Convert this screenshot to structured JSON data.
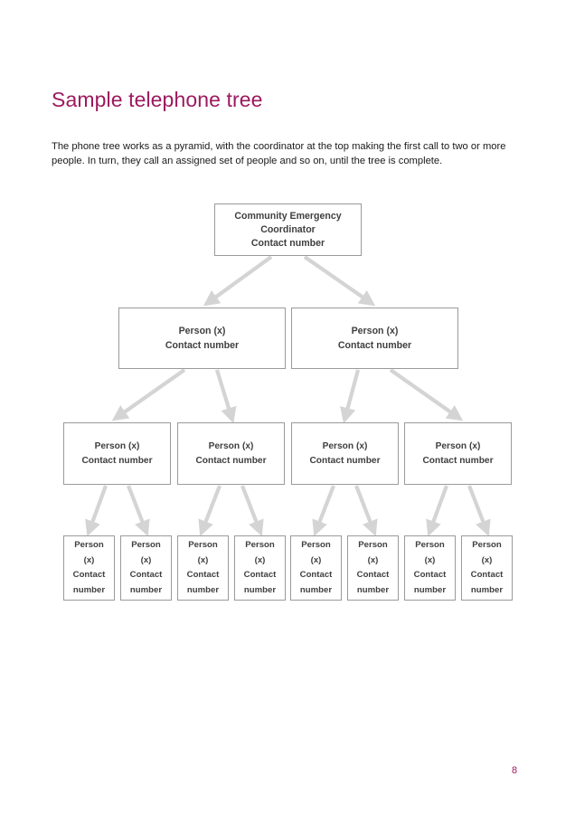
{
  "document": {
    "title": "Sample telephone tree",
    "intro": "The phone tree works as a pyramid, with the coordinator at the top making the first call to two or more people. In turn, they call an assigned set of people and so on, until the tree is complete.",
    "page_number": "8"
  },
  "colors": {
    "heading": "#9c1a5e",
    "page_number": "#9c1a5e",
    "body_text": "#1a1a1a",
    "node_border": "#9a9a9a",
    "node_text": "#3f3f3f",
    "node_fill": "#ffffff",
    "arrow": "#d4d4d4",
    "background": "#ffffff"
  },
  "diagram": {
    "name": "telephone-tree",
    "type": "hierarchy-tree",
    "levels": [
      {
        "level": 1,
        "count": 1,
        "nodes": [
          {
            "lines": [
              "Community Emergency",
              "Coordinator",
              "Contact number"
            ]
          }
        ]
      },
      {
        "level": 2,
        "count": 2,
        "nodes": [
          {
            "lines": [
              "Person (x)",
              "Contact number"
            ]
          },
          {
            "lines": [
              "Person (x)",
              "Contact number"
            ]
          }
        ]
      },
      {
        "level": 3,
        "count": 4,
        "nodes": [
          {
            "lines": [
              "Person (x)",
              "Contact number"
            ]
          },
          {
            "lines": [
              "Person (x)",
              "Contact number"
            ]
          },
          {
            "lines": [
              "Person (x)",
              "Contact number"
            ]
          },
          {
            "lines": [
              "Person (x)",
              "Contact number"
            ]
          }
        ]
      },
      {
        "level": 4,
        "count": 8,
        "nodes": [
          {
            "lines": [
              "Person",
              "(x)",
              "Contact",
              "number"
            ]
          },
          {
            "lines": [
              "Person",
              "(x)",
              "Contact",
              "number"
            ]
          },
          {
            "lines": [
              "Person",
              "(x)",
              "Contact",
              "number"
            ]
          },
          {
            "lines": [
              "Person",
              "(x)",
              "Contact",
              "number"
            ]
          },
          {
            "lines": [
              "Person",
              "(x)",
              "Contact",
              "number"
            ]
          },
          {
            "lines": [
              "Person",
              "(x)",
              "Contact",
              "number"
            ]
          },
          {
            "lines": [
              "Person",
              "(x)",
              "Contact",
              "number"
            ]
          },
          {
            "lines": [
              "Person",
              "(x)",
              "Contact",
              "number"
            ]
          }
        ]
      }
    ],
    "connectors": {
      "style": "thick-gray-arrow",
      "icon": "arrow-down-icon",
      "edges": [
        {
          "from": "L1-0",
          "to": "L2-0"
        },
        {
          "from": "L1-0",
          "to": "L2-1"
        },
        {
          "from": "L2-0",
          "to": "L3-0"
        },
        {
          "from": "L2-0",
          "to": "L3-1"
        },
        {
          "from": "L2-1",
          "to": "L3-2"
        },
        {
          "from": "L2-1",
          "to": "L3-3"
        },
        {
          "from": "L3-0",
          "to": "L4-0"
        },
        {
          "from": "L3-0",
          "to": "L4-1"
        },
        {
          "from": "L3-1",
          "to": "L4-2"
        },
        {
          "from": "L3-1",
          "to": "L4-3"
        },
        {
          "from": "L3-2",
          "to": "L4-4"
        },
        {
          "from": "L3-2",
          "to": "L4-5"
        },
        {
          "from": "L3-3",
          "to": "L4-6"
        },
        {
          "from": "L3-3",
          "to": "L4-7"
        }
      ]
    }
  }
}
